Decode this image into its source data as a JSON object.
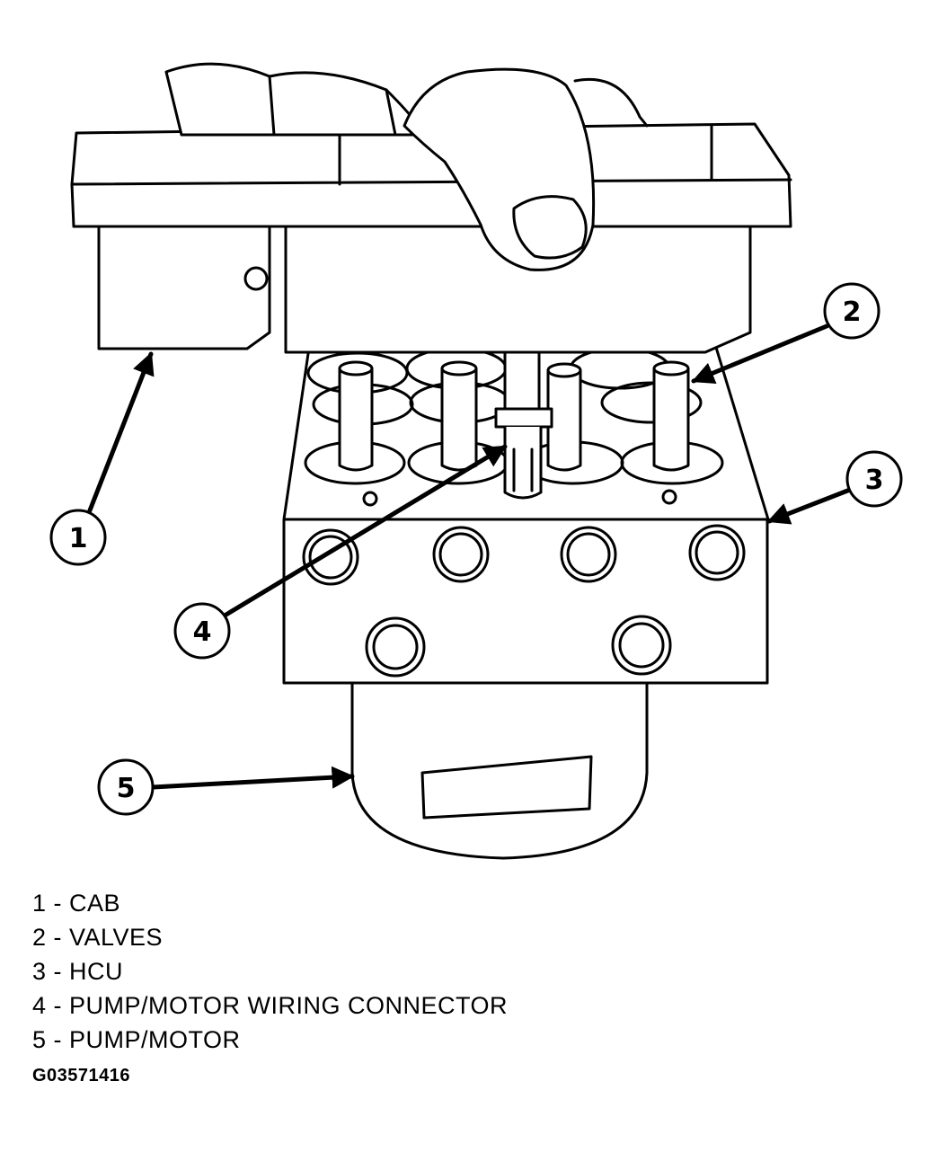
{
  "diagram": {
    "callouts": [
      {
        "number": "1"
      },
      {
        "number": "2"
      },
      {
        "number": "3"
      },
      {
        "number": "4"
      },
      {
        "number": "5"
      }
    ],
    "legend": [
      {
        "text": "1 - CAB"
      },
      {
        "text": "2 - VALVES"
      },
      {
        "text": "3 - HCU"
      },
      {
        "text": "4 - PUMP/MOTOR WIRING CONNECTOR"
      },
      {
        "text": "5 - PUMP/MOTOR"
      }
    ],
    "figure_id": "G03571416"
  },
  "colors": {
    "ink": "#000000",
    "paper": "#ffffff"
  }
}
